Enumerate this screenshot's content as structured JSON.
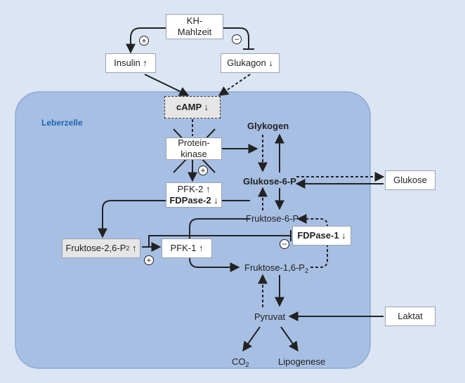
{
  "cell_label": "Leberzelle",
  "nodes": {
    "kh_mahlzeit": {
      "line1": "KH-",
      "line2": "Mahlzeit"
    },
    "insulin": "Insulin ↑",
    "glukagon": "Glukagon ↓",
    "camp": "cAMP ↓",
    "proteinkinase": {
      "line1": "Protein-",
      "line2": "kinase"
    },
    "pfk2": {
      "line1": "PFK-2 ↑",
      "line2": "FDPase-2 ↓"
    },
    "fructose26": {
      "text": "Fruktose-2,6-P",
      "sub": "2",
      "suffix": " ↑"
    },
    "pfk1": "PFK-1 ↑",
    "fdpase1": "FDPase-1 ↓",
    "glukose_ext": "Glukose",
    "laktat": "Laktat"
  },
  "labels": {
    "glykogen": "Glykogen",
    "g6p": "Glukose-6-P",
    "f6p": "Fruktose-6-P",
    "f16p": {
      "text": "Fruktose-1,6-P",
      "sub": "2"
    },
    "pyruvat": "Pyruvat",
    "co2": {
      "text": "CO",
      "sub": "2"
    },
    "lipogenese": "Lipogenese"
  },
  "signs": {
    "plus": "+",
    "minus": "−"
  },
  "colors": {
    "cell_fill": "#a7bfe3",
    "cell_stroke": "#8fa9d3",
    "background": "#dbe5f3",
    "cell_label": "#1f64b0"
  }
}
